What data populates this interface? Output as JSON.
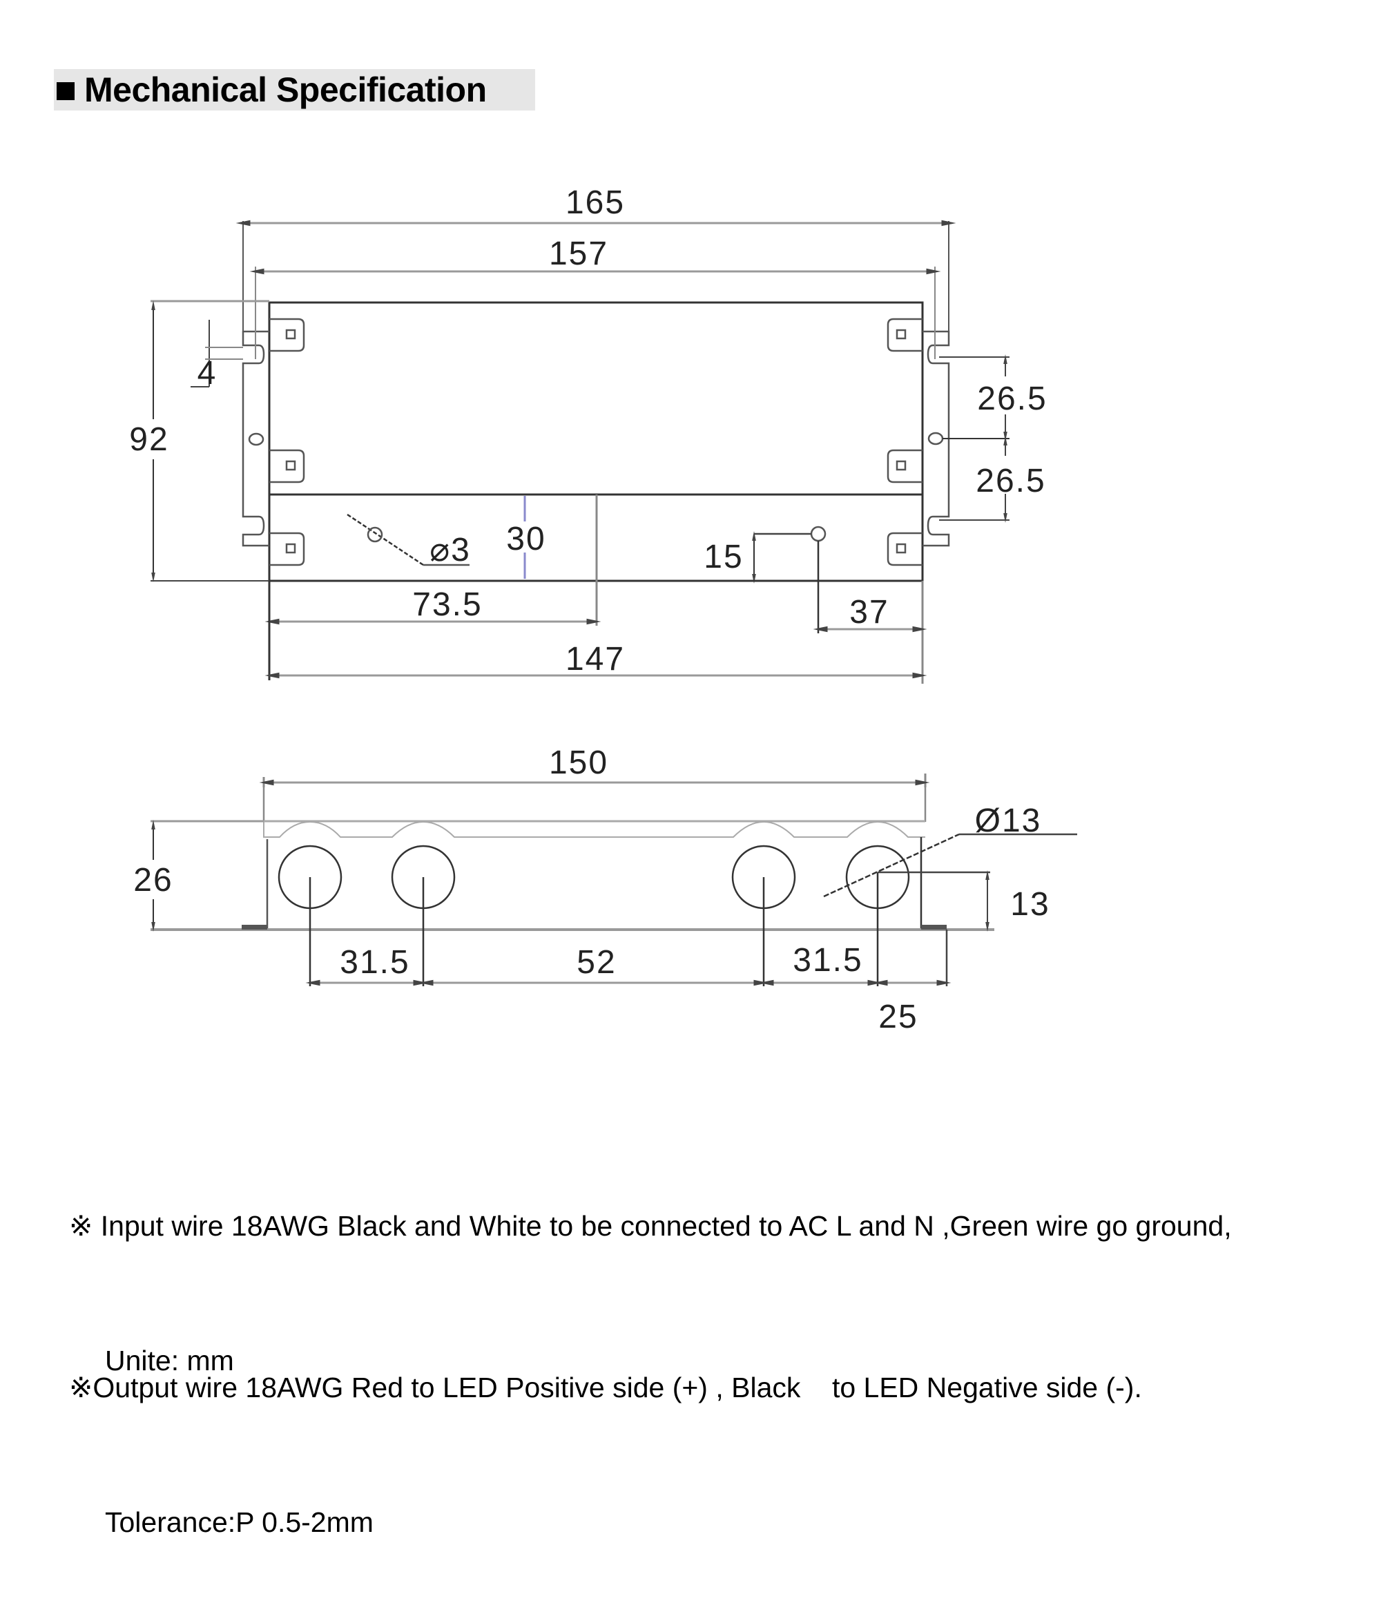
{
  "header": {
    "title": "Mechanical Specification",
    "bullet_icon": "black-square"
  },
  "top_view": {
    "dimensions": {
      "overall_length": "165",
      "mounting_span": "157",
      "body_length": "147",
      "half_length": "73.5",
      "height": "92",
      "slot_width": "4",
      "slot_pitch_upper": "26.5",
      "slot_pitch_lower": "26.5",
      "hole_diameter": "⌀3",
      "hole_offset_y": "30",
      "led_hole_offset_y": "15",
      "led_hole_offset_x": "37"
    }
  },
  "side_view": {
    "dimensions": {
      "body_length": "150",
      "height": "26",
      "gland_diameter": "Ø13",
      "gland_center_height": "13",
      "pitch_left": "31.5",
      "pitch_middle": "52",
      "pitch_right": "31.5",
      "edge_offset": "25"
    },
    "cable_glands": 4
  },
  "notes": {
    "symbol": "※",
    "input_wire": " Input wire 18AWG Black and White to be connected to AC L and N ,Green wire go ground,",
    "output_wire": "Output wire 18AWG Red to LED Positive side (+) , Black    to LED Negative side (-).",
    "unit": "Unite: mm",
    "tolerance": "Tolerance:P 0.5-2mm"
  },
  "colors": {
    "title_background": "#e6e6e6",
    "line": "#333333",
    "dim_line": "#9a9a9a",
    "text": "#000000"
  }
}
